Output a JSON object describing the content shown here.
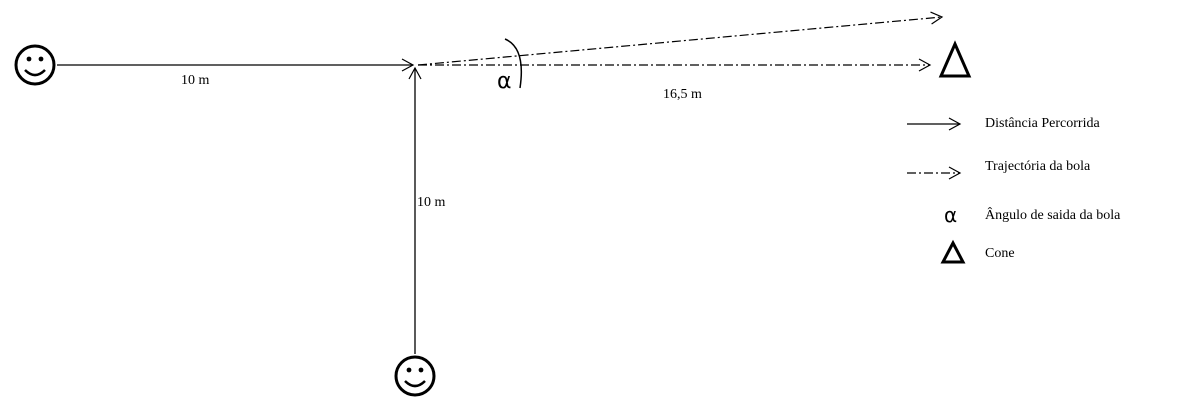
{
  "diagram": {
    "labels": {
      "horizontal_distance": "10 m",
      "vertical_distance": "10 m",
      "cone_distance": "16,5 m",
      "angle_symbol": "α"
    },
    "symbols": {
      "player": "smiley-face",
      "cone": "triangle",
      "cone_glyph": "Δ"
    }
  },
  "legend": {
    "items": [
      {
        "symbol": "solid-arrow",
        "label": "Distância Percorrida"
      },
      {
        "symbol": "dash-dot-arrow",
        "label": "Trajectória da bola"
      },
      {
        "symbol": "alpha",
        "glyph": "α",
        "label": "Ângulo de saida da bola"
      },
      {
        "symbol": "triangle",
        "glyph": "Δ",
        "label": "Cone"
      }
    ]
  },
  "colors": {
    "line": "#000000",
    "background": "#ffffff"
  }
}
